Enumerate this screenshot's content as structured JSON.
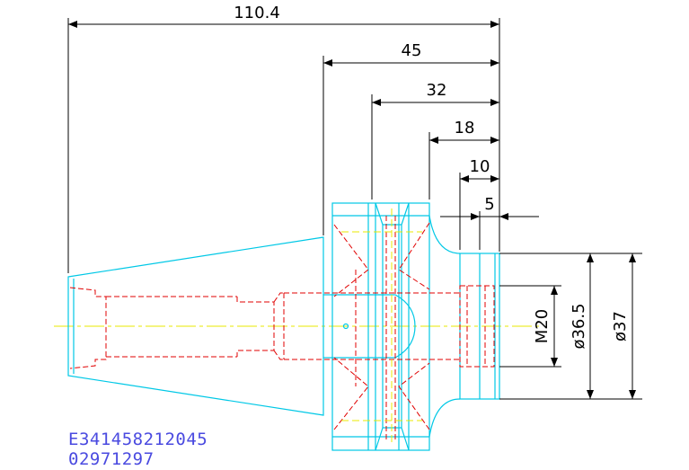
{
  "dimensions": {
    "overall_length": "110.4",
    "d45": "45",
    "d32": "32",
    "d18": "18",
    "d10": "10",
    "d5": "5",
    "thread": "M20",
    "dia_36_5": "ø36.5",
    "dia_37": "ø37"
  },
  "part_codes": {
    "line1": "E341458212045",
    "line2": "02971297"
  },
  "colors": {
    "outline": "#00c8e6",
    "hidden": "#e00000",
    "centerline": "#e8e800",
    "dimension": "#000000",
    "code_text": "#4a4ae0"
  }
}
